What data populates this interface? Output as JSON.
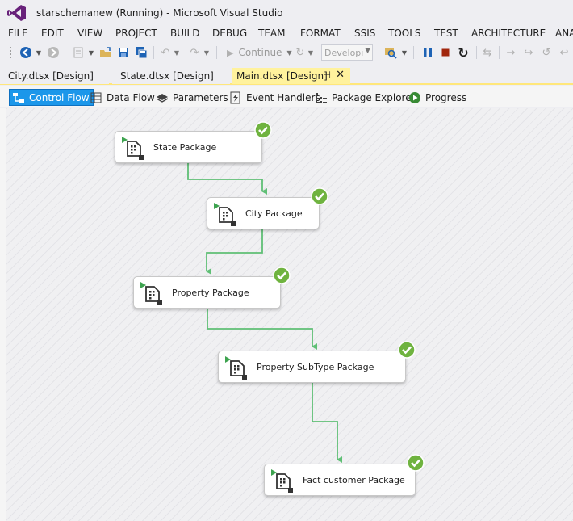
{
  "window": {
    "title": "starschemanew (Running) - Microsoft Visual Studio"
  },
  "menu": {
    "items": [
      "FILE",
      "EDIT",
      "VIEW",
      "PROJECT",
      "BUILD",
      "DEBUG",
      "TEAM",
      "FORMAT",
      "SSIS",
      "TOOLS",
      "TEST",
      "ARCHITECTURE",
      "ANA"
    ]
  },
  "toolbar": {
    "continue_label": "Continue",
    "configuration_value": "Developı"
  },
  "tabs": [
    {
      "label": "City.dtsx [Design]",
      "active": false
    },
    {
      "label": "State.dtsx [Design]",
      "active": false
    },
    {
      "label": "Main.dtsx [Design]",
      "active": true
    }
  ],
  "tab_icons": {
    "pin": "⊣",
    "close": "✕"
  },
  "designer_tabs": [
    {
      "label": "Control Flow",
      "selected": true
    },
    {
      "label": "Data Flow",
      "selected": false
    },
    {
      "label": "Parameters",
      "selected": false
    },
    {
      "label": "Event Handlers",
      "selected": false
    },
    {
      "label": "Package Explorer",
      "selected": false
    },
    {
      "label": "Progress",
      "selected": false
    }
  ],
  "tasks": [
    {
      "label": "State Package",
      "status": "success"
    },
    {
      "label": "City Package",
      "status": "success"
    },
    {
      "label": "Property Package",
      "status": "success"
    },
    {
      "label": "Property SubType Package",
      "status": "success"
    },
    {
      "label": "Fact customer Package",
      "status": "success"
    }
  ],
  "colors": {
    "accent": "#1c97ea",
    "active_tab": "#fff29d",
    "connector": "#5fbf75",
    "success": "#6fb33f",
    "vs_purple": "#68217a"
  }
}
